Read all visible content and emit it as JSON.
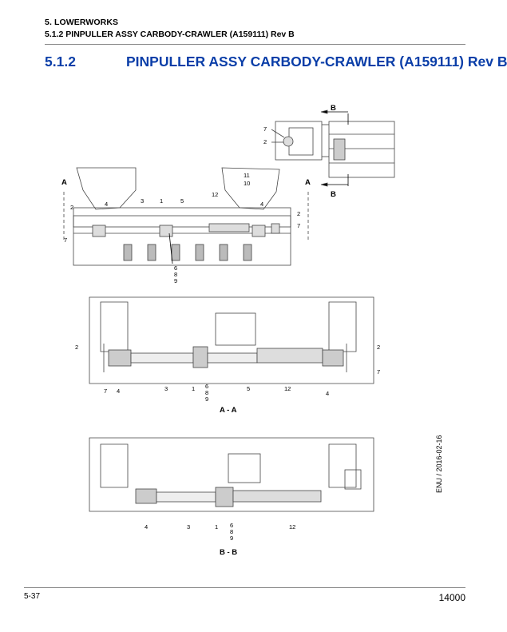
{
  "header": {
    "chapter": "5. LOWERWORKS",
    "section": "5.1.2 PINPULLER ASSY CARBODY-CRAWLER (A159111) Rev B"
  },
  "title": {
    "number": "5.1.2",
    "text": "PINPULLER ASSY CARBODY-CRAWLER (A159111) Rev B"
  },
  "figure": {
    "top_view": {
      "callouts": [
        "2",
        "4",
        "3",
        "1",
        "5",
        "12",
        "11",
        "10",
        "4",
        "2",
        "7",
        "7",
        "6",
        "8",
        "9"
      ],
      "section_marks": [
        "A",
        "A",
        "B",
        "B"
      ],
      "inset_callouts": [
        "7",
        "2"
      ]
    },
    "section_a": {
      "caption": "A - A",
      "callouts": [
        "2",
        "2",
        "7",
        "7",
        "4",
        "3",
        "1",
        "6",
        "8",
        "9",
        "5",
        "12",
        "4"
      ]
    },
    "section_b": {
      "caption": "B - B",
      "callouts": [
        "4",
        "3",
        "1",
        "6",
        "8",
        "9",
        "12"
      ]
    }
  },
  "side_text": "ENU / 2016-02-16",
  "footer": {
    "page": "5-37",
    "model": "14000"
  }
}
